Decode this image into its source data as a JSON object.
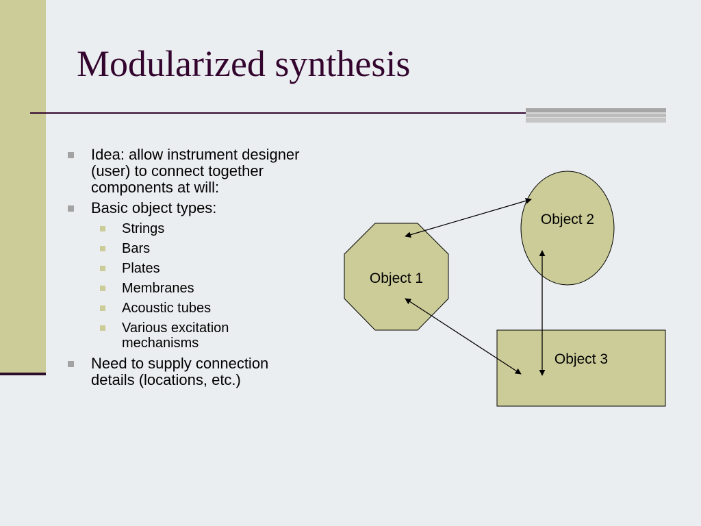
{
  "slide": {
    "title": "Modularized synthesis"
  },
  "bullets": [
    {
      "text": "Idea: allow instrument designer (user) to connect together components at will:"
    },
    {
      "text": "Basic object types:"
    },
    {
      "text": "Need to supply connection details (locations, etc.)"
    }
  ],
  "object_types": [
    "Strings",
    "Bars",
    "Plates",
    "Membranes",
    "Acoustic tubes",
    "Various excitation mechanisms"
  ],
  "diagram": {
    "nodes": [
      {
        "id": "object-1",
        "label": "Object 1",
        "shape": "octagon"
      },
      {
        "id": "object-2",
        "label": "Object 2",
        "shape": "ellipse"
      },
      {
        "id": "object-3",
        "label": "Object 3",
        "shape": "rectangle"
      }
    ],
    "edges": [
      {
        "from": "object-1",
        "to": "object-2",
        "direction": "both"
      },
      {
        "from": "object-1",
        "to": "object-3",
        "direction": "both"
      },
      {
        "from": "object-2",
        "to": "object-3",
        "direction": "both"
      }
    ],
    "colors": {
      "node_fill": "#cccc99",
      "node_stroke": "#000000",
      "title": "#33052e",
      "bullet_marker": "#a3a3a3",
      "sub_marker": "#cccc99"
    }
  }
}
